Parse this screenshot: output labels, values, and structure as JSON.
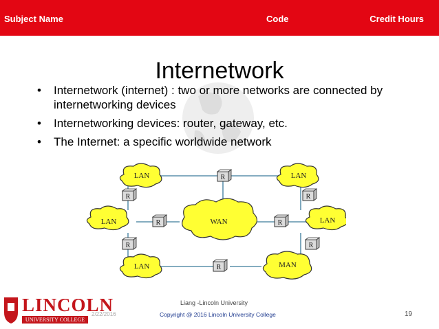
{
  "header": {
    "subject_label": "Subject Name",
    "code_label": "Code",
    "credit_label": "Credit Hours",
    "bar_color": "#e30613"
  },
  "slide": {
    "title": "Internetwork",
    "bullets": [
      "Internetwork (internet) : two or more networks are connected by internetworking devices",
      "Internetworking devices: router, gateway, etc.",
      "The Internet: a specific worldwide network"
    ]
  },
  "diagram": {
    "clouds": [
      "LAN",
      "LAN",
      "LAN",
      "WAN",
      "LAN",
      "LAN",
      "MAN"
    ],
    "router_label": "R",
    "cloud_color": "#ffff33"
  },
  "footer": {
    "author": "Liang -Lincoln University",
    "copyright": "Copyright @ 2016 Lincoln University College",
    "date": "2/22/2016",
    "page_number": "19",
    "logo_name": "LINCOLN",
    "logo_subtitle": "UNIVERSITY COLLEGE"
  }
}
